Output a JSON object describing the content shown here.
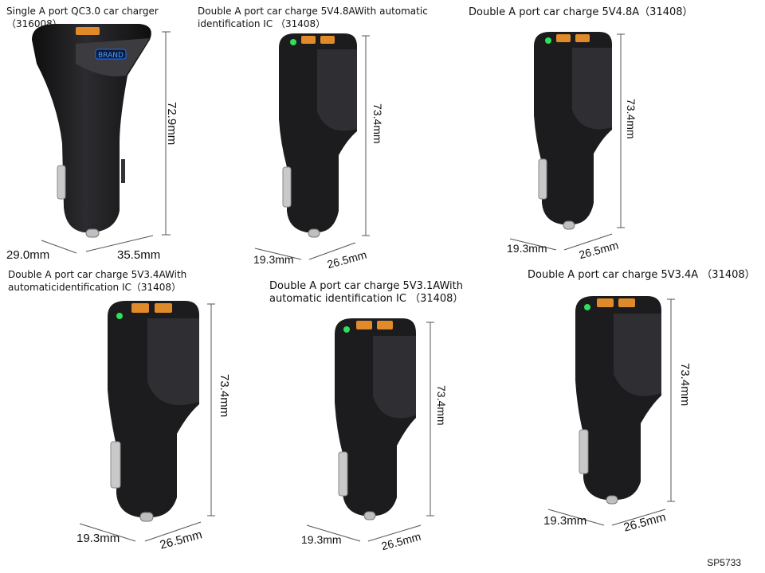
{
  "products": [
    {
      "caption_lines": [
        "Single A port  QC3.0 car charger",
        "（316008）"
      ],
      "height_label": "72.9mm",
      "width_a_label": "29.0mm",
      "width_b_label": "35.5mm",
      "brand_text": "BRAND",
      "led_color": "#1e6bff"
    },
    {
      "caption_lines": [
        "Double A port  car charge 5V4.8AWith automatic",
        "identification IC （31408）"
      ],
      "height_label": "73.4mm",
      "width_a_label": "19.3mm",
      "width_b_label": "26.5mm",
      "led_color": "#2ee05a"
    },
    {
      "caption_lines": [
        "Double A port car charge 5V4.8A（31408）"
      ],
      "height_label": "73.4mm",
      "width_a_label": "19.3mm",
      "width_b_label": "26.5mm",
      "led_color": "#2ee05a"
    },
    {
      "caption_lines": [
        "Double A port car charge 5V3.4AWith",
        "automaticidentification IC（31408）"
      ],
      "height_label": "73.4mm",
      "width_a_label": "19.3mm",
      "width_b_label": "26.5mm",
      "led_color": "#2ee05a"
    },
    {
      "caption_lines": [
        "Double A port  car charge 5V3.1AWith",
        "automatic identification IC （31408）"
      ],
      "height_label": "73.4mm",
      "width_a_label": "19.3mm",
      "width_b_label": "26.5mm",
      "led_color": "#2ee05a"
    },
    {
      "caption_lines": [
        "Double A port car charge 5V3.4A （31408）"
      ],
      "height_label": "73.4mm",
      "width_a_label": "19.3mm",
      "width_b_label": "26.5mm",
      "led_color": "#2ee05a"
    }
  ],
  "model_code": "SP5733",
  "colors": {
    "body": "#1c1c1e",
    "body_highlight": "#3a3a3e",
    "port": "#e08a2a",
    "metal": "#c9c9c9",
    "dim_line": "#555555"
  }
}
